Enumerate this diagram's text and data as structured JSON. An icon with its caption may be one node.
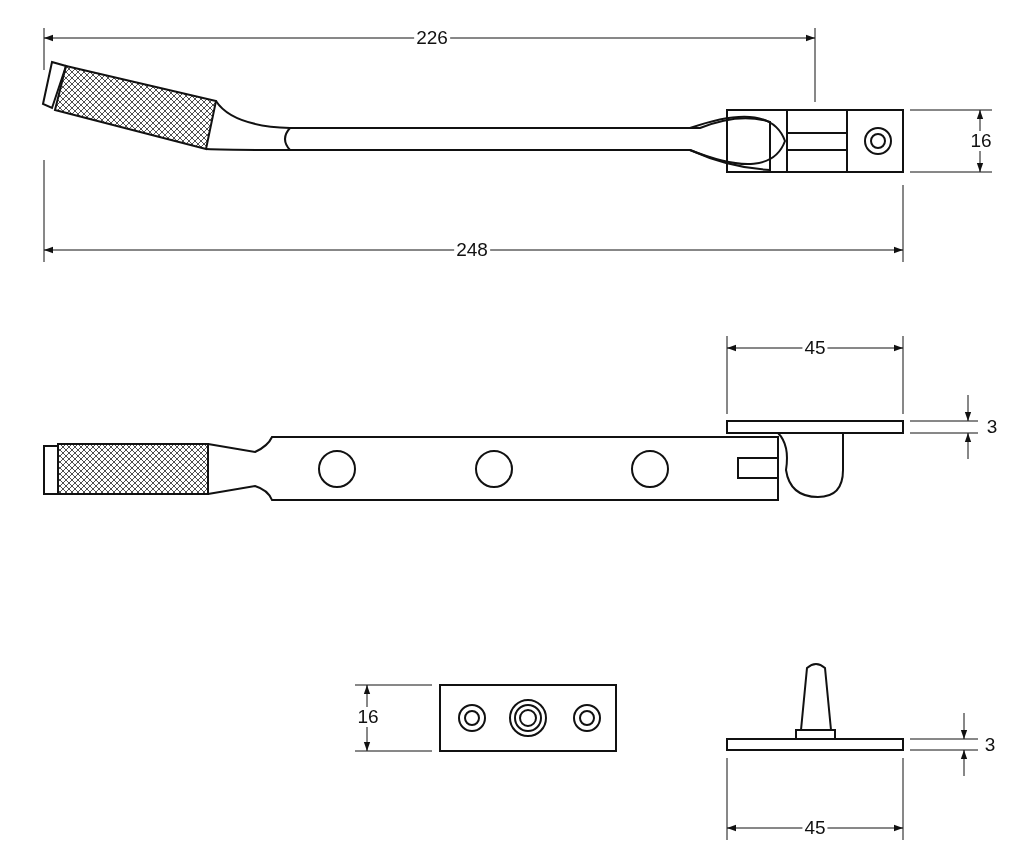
{
  "diagram": {
    "labels": [
      "226",
      "16",
      "248",
      "45",
      "3",
      "16",
      "3",
      "45"
    ]
  }
}
